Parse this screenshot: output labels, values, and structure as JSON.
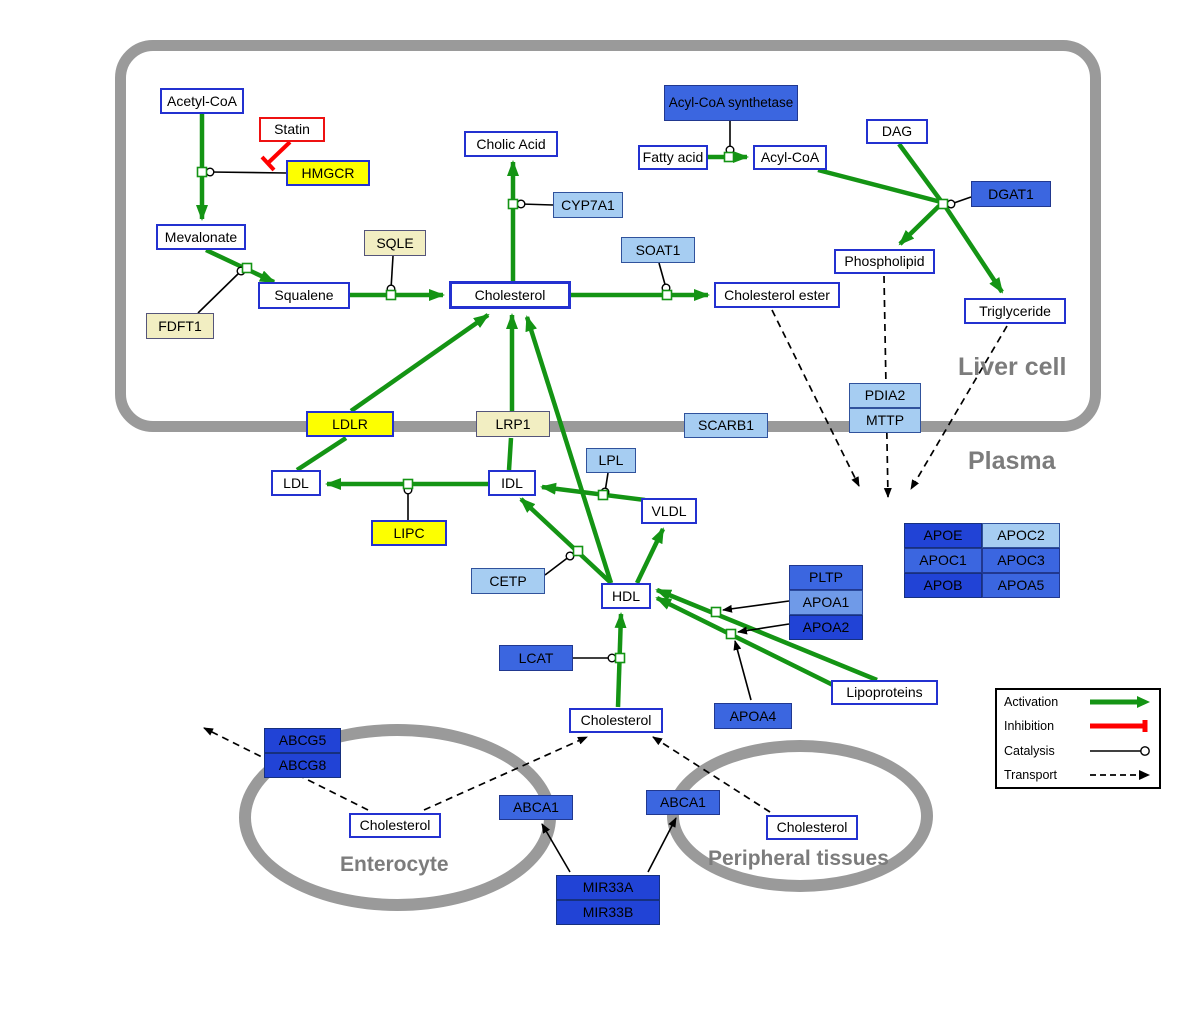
{
  "regions": {
    "liver": "Liver cell",
    "plasma": "Plasma",
    "enterocyte": "Enterocyte",
    "peripheral": "Peripheral tissues"
  },
  "liver": {
    "acetyl_coa": "Acetyl-CoA",
    "statin": "Statin",
    "hmgcr": "HMGCR",
    "mevalonate": "Mevalonate",
    "fdft1": "FDFT1",
    "squalene": "Squalene",
    "sqle": "SQLE",
    "cholesterol": "Cholesterol",
    "cholic_acid": "Cholic Acid",
    "cyp7a1": "CYP7A1",
    "soat1": "SOAT1",
    "cholesterol_ester": "Cholesterol ester",
    "acyl_coa_synthetase": "Acyl-CoA synthetase",
    "fatty_acid": "Fatty acid",
    "acyl_coa": "Acyl-CoA",
    "dag": "DAG",
    "dgat1": "DGAT1",
    "phospholipid": "Phospholipid",
    "triglyceride": "Triglyceride"
  },
  "membrane": {
    "ldlr": "LDLR",
    "lrp1": "LRP1",
    "scarb1": "SCARB1",
    "pdia2": "PDIA2",
    "mttp": "MTTP"
  },
  "plasma": {
    "ldl": "LDL",
    "idl": "IDL",
    "lpl": "LPL",
    "vldl": "VLDL",
    "lipc": "LIPC",
    "cetp": "CETP",
    "hdl": "HDL",
    "apoe": "APOE",
    "apoc2": "APOC2",
    "apoc1": "APOC1",
    "apoc3": "APOC3",
    "apob": "APOB",
    "apoa5": "APOA5",
    "pltp": "PLTP",
    "apoa1": "APOA1",
    "apoa2": "APOA2",
    "lcat": "LCAT",
    "apoa4": "APOA4",
    "lipoproteins": "Lipoproteins",
    "cholesterol": "Cholesterol"
  },
  "bottom": {
    "abcg5": "ABCG5",
    "abcg8": "ABCG8",
    "cholesterol_enterocyte": "Cholesterol",
    "abca1_left": "ABCA1",
    "abca1_right": "ABCA1",
    "cholesterol_peripheral": "Cholesterol",
    "mir33a": "MIR33A",
    "mir33b": "MIR33B"
  },
  "legend": {
    "activation": "Activation",
    "inhibition": "Inhibition",
    "catalysis": "Catalysis",
    "transport": "Transport"
  },
  "colors": {
    "activation_green": "#149414",
    "inhibition_red": "#ff0000",
    "catalysis_black": "#000000",
    "transport_black": "#000000",
    "membrane_gray": "#9a9a9a",
    "metabolite_border_blue": "#2331d0",
    "gene_yellow": "#fdff00",
    "gene_pale_yellow": "#f2eec2",
    "gene_light_blue": "#a6cdf2",
    "gene_medium_light_blue": "#6f9ae8",
    "gene_medium_blue": "#3b66e0",
    "gene_dark_blue": "#2143d6"
  },
  "interactions": {
    "activation": [
      "Acetyl-CoA → Mevalonate (catalysis: HMGCR)",
      "Mevalonate → Squalene (catalysis: FDFT1)",
      "Squalene → Cholesterol (catalysis: SQLE)",
      "Cholesterol → Cholic Acid (catalysis: CYP7A1)",
      "Cholesterol → Cholesterol ester (catalysis: SOAT1)",
      "Fatty acid → Acyl-CoA (catalysis: Acyl-CoA synthetase)",
      "Acyl-CoA + DAG → Triglyceride (catalysis: DGAT1)",
      "DAG → Phospholipid",
      "LDL → Cholesterol via LDLR",
      "IDL → Cholesterol via LRP1",
      "HDL → Cholesterol (liver)",
      "IDL → LDL (catalysis: LIPC)",
      "VLDL → IDL (catalysis: LPL)",
      "HDL → IDL (catalysis: CETP)",
      "HDL → VLDL",
      "Lipoproteins → HDL (APOA1, APOA2, PLTP, APOA4)",
      "Cholesterol (plasma) → HDL (catalysis: LCAT)"
    ],
    "inhibition": [
      "Statin ⊣ HMGCR reaction"
    ],
    "transport": [
      "Cholesterol ester → plasma",
      "Phospholipid → plasma (PDIA2 / MTTP)",
      "Triglyceride → plasma",
      "Cholesterol (enterocyte) → Cholesterol (plasma) via ABCA1",
      "Cholesterol (peripheral tissues) → Cholesterol (plasma) via ABCA1",
      "Cholesterol (enterocyte) → out via ABCG5 / ABCG8"
    ],
    "regulation": [
      "MIR33A / MIR33B → ABCA1 (enterocyte)",
      "MIR33A / MIR33B → ABCA1 (peripheral tissues)"
    ]
  }
}
